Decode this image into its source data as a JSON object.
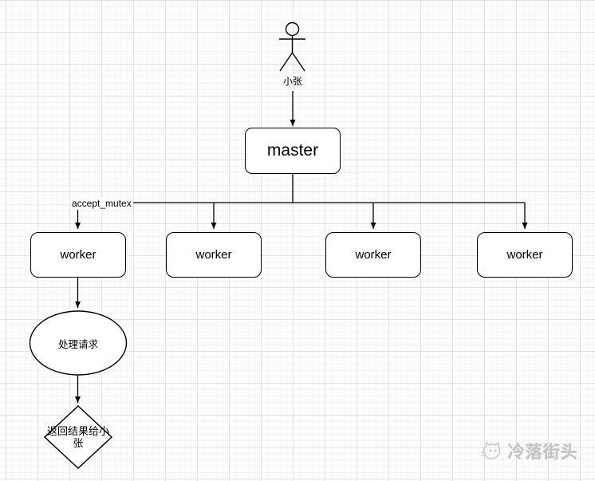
{
  "diagram": {
    "actor": {
      "label": "小张"
    },
    "master": {
      "label": "master"
    },
    "workers": [
      {
        "label": "worker"
      },
      {
        "label": "worker"
      },
      {
        "label": "worker"
      },
      {
        "label": "worker"
      }
    ],
    "edge_label": "accept_mutex",
    "process": {
      "label": "处理请求"
    },
    "decision": {
      "label": "返回结果给小张"
    },
    "colors": {
      "shape_stroke": "#000000",
      "shape_fill": "#ffffff",
      "grid_major": "#e1e1e1",
      "grid_minor": "#f4f4f4"
    }
  },
  "watermark": {
    "icon": "cat-sketch-icon",
    "text": "冷落街头"
  }
}
